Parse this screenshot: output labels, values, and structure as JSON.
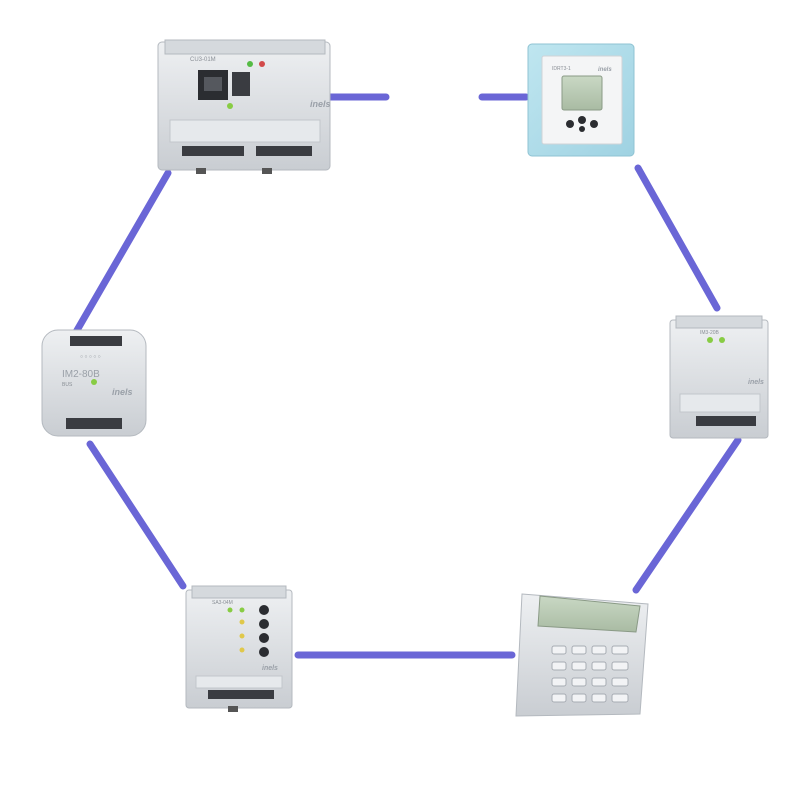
{
  "diagram": {
    "connection_color": "#6a66d6",
    "device_color": "#dfe2e6",
    "devices": [
      {
        "id": "central-unit",
        "kind": "din-module",
        "brand": "inels",
        "model": "",
        "sub": "CU3-01M"
      },
      {
        "id": "room-controller",
        "kind": "wall-thermostat",
        "brand": "inels",
        "model": "",
        "sub": "IDRT3-1"
      },
      {
        "id": "din-module-small",
        "kind": "din-module",
        "brand": "inels",
        "model": "",
        "sub": "IM3-20B"
      },
      {
        "id": "keypad-terminal",
        "kind": "lcd-keypad",
        "brand": "",
        "model": "",
        "sub": ""
      },
      {
        "id": "relay-module",
        "kind": "din-module",
        "brand": "inels",
        "model": "",
        "sub": "SA3-04M"
      },
      {
        "id": "flush-module",
        "kind": "flush-box-module",
        "brand": "inels",
        "model": "IM2-80B",
        "sub": "BUS"
      }
    ],
    "connections": [
      [
        "central-unit",
        "room-controller"
      ],
      [
        "room-controller",
        "din-module-small"
      ],
      [
        "din-module-small",
        "keypad-terminal"
      ],
      [
        "keypad-terminal",
        "relay-module"
      ],
      [
        "relay-module",
        "flush-module"
      ],
      [
        "flush-module",
        "central-unit"
      ]
    ]
  }
}
